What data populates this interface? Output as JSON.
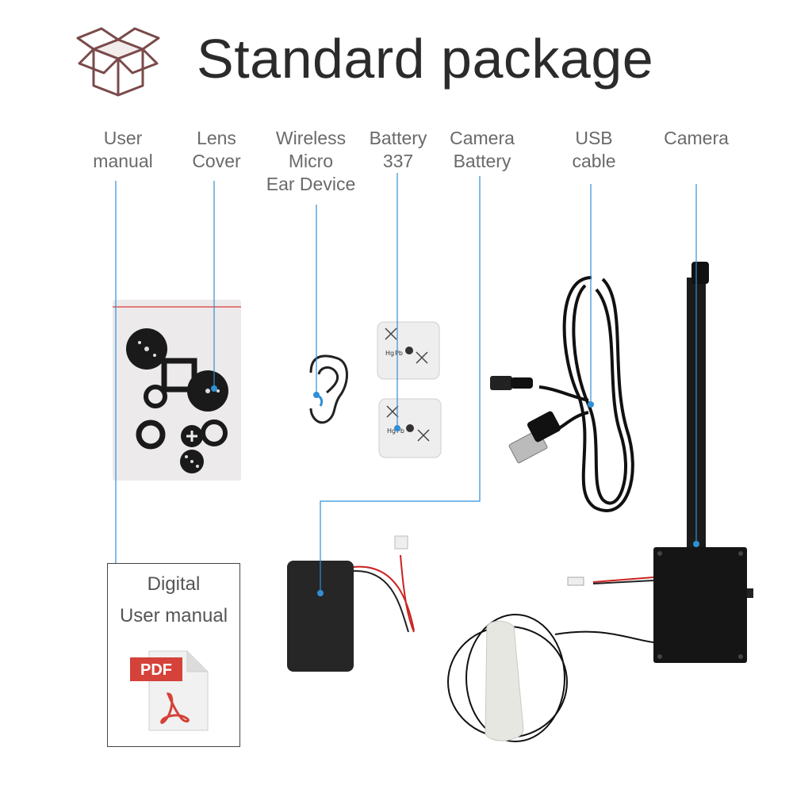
{
  "header": {
    "title": "Standard package",
    "icon": "package-box-icon"
  },
  "labels": {
    "user_manual": [
      "User",
      "manual"
    ],
    "lens_cover": [
      "Lens",
      "Cover"
    ],
    "wireless": [
      "Wireless",
      "Micro",
      "Ear Device"
    ],
    "battery337": [
      "Battery",
      "337"
    ],
    "camera_battery": [
      "Camera",
      "Battery"
    ],
    "usb_cable": [
      "USB",
      "cable"
    ],
    "camera": [
      "Camera"
    ]
  },
  "digital_manual": {
    "line1": "Digital",
    "line2": "User manual",
    "pdf_badge": "PDF",
    "icon": "pdf-file-icon"
  },
  "battery_markings": [
    "Hg",
    "Pb"
  ],
  "colors": {
    "leader_line": "#2f8fd6",
    "title": "#2b2b2b",
    "label": "#6a6a6a",
    "pdf_red": "#d4423a"
  }
}
